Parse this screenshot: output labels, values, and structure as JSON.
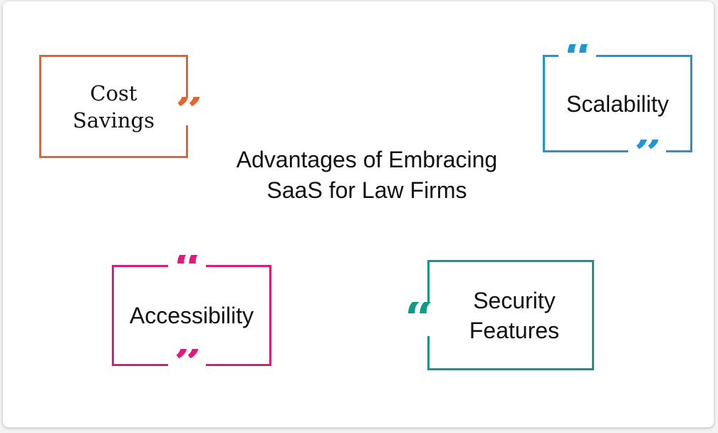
{
  "title": {
    "line1": "Advantages of Embracing",
    "line2": "SaaS for Law Firms"
  },
  "items": [
    {
      "label_line1": "Cost",
      "label_line2": "Savings",
      "color": "#E8632F",
      "quote": "”"
    },
    {
      "label": "Scalability",
      "color": "#1E96D6",
      "quote_open": "“",
      "quote_close": "”"
    },
    {
      "label": "Accessibility",
      "color": "#E0197D",
      "quote_open": "“",
      "quote_close": "”"
    },
    {
      "label_line1": "Security",
      "label_line2": "Features",
      "color": "#0E9A88",
      "quote": "“"
    }
  ]
}
